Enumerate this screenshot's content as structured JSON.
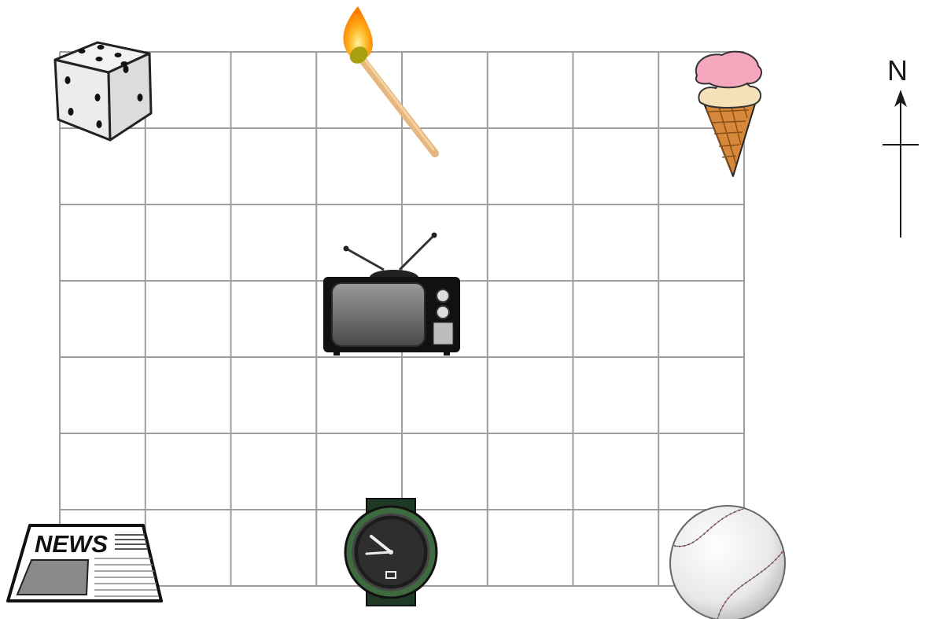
{
  "grid": {
    "columns": 8,
    "rows": 7,
    "line_color": "#9e9e9e"
  },
  "compass": {
    "label": "N"
  },
  "objects": [
    {
      "name": "dice",
      "icon": "dice-icon",
      "col": 0,
      "row": 0
    },
    {
      "name": "match",
      "icon": "match-icon",
      "col": 3,
      "row": 0
    },
    {
      "name": "ice cream",
      "icon": "ice-cream-icon",
      "col": 8,
      "row": 0
    },
    {
      "name": "television",
      "icon": "tv-icon",
      "col": 3.9,
      "row": 3
    },
    {
      "name": "newspaper",
      "icon": "newspaper-icon",
      "col": 0,
      "row": 7
    },
    {
      "name": "watch",
      "icon": "watch-icon",
      "col": 3.9,
      "row": 7
    },
    {
      "name": "baseball",
      "icon": "baseball-icon",
      "col": 8,
      "row": 7
    }
  ],
  "newspaper": {
    "headline": "NEWS"
  }
}
